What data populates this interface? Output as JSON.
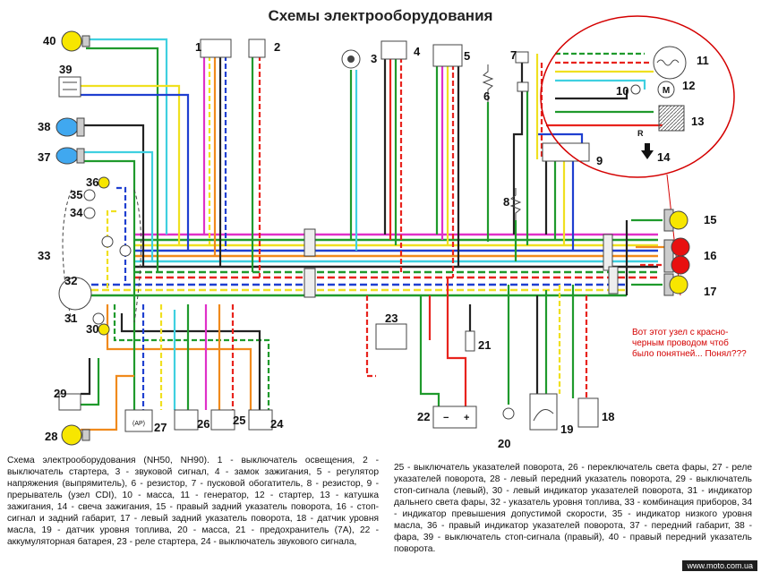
{
  "title": "Схемы электрооборудования",
  "component_labels": [
    "1",
    "2",
    "3",
    "4",
    "5",
    "6",
    "7",
    "8",
    "9",
    "10",
    "11",
    "12",
    "13",
    "14",
    "15",
    "16",
    "17",
    "18",
    "19",
    "20",
    "21",
    "22",
    "23",
    "24",
    "25",
    "26",
    "27",
    "28",
    "29",
    "30",
    "31",
    "32",
    "33",
    "34",
    "35",
    "36",
    "37",
    "38",
    "39",
    "40"
  ],
  "terminal_labels": {
    "ap": "(AP)",
    "r": "R",
    "minus": "−",
    "plus": "+"
  },
  "note": "Вот этот узел с красно-черным проводом чтоб было понятней... Понял???",
  "caption_left": "Схема электрооборудования (NH50, NH90). 1 - выключатель освещения, 2 - выключатель стартера, 3 - звуковой сигнал, 4 - замок зажигания, 5 - регулятор напряжения (выпрямитель), 6 - резистор, 7 - пусковой обогатитель, 8 - резистор, 9 - прерыватель (узел CDI), 10 - масса, 11 - генератор, 12 - стартер, 13 - катушка зажигания, 14 - свеча зажигания, 15 - правый задний указатель поворота, 16 - стоп-сигнал и задний габарит, 17 - левый задний указатель поворота, 18 - датчик уровня масла, 19 - датчик уровня топлива, 20 - масса, 21 - предохранитель (7А), 22 - аккумуляторная батарея, 23 - реле стартера, 24 - выключатель звукового сигнала,",
  "caption_right": "25 - выключатель указателей поворота, 26 - переключатель света фары, 27 - реле указателей поворота, 28 - левый передний указатель поворота, 29 - выключатель стоп-сигнала (левый), 30 - левый индикатор указателей поворота, 31 - индикатор дальнего света фары, 32 - указатель уровня топлива, 33 - комбинация приборов, 34 - индикатор превышения допустимой скорости, 35 - индикатор низкого уровня масла, 36 - правый индикатор указателей поворота, 37 - передний габарит, 38 - фара, 39 - выключатель стоп-сигнала (правый), 40 - правый передний указатель поворота.",
  "watermark": "www.moto.com.ua",
  "colors": {
    "wire_red": "#e8231d",
    "wire_green": "#1f9a2c",
    "wire_blue": "#1f3fd0",
    "wire_cyan": "#3fd0e0",
    "wire_yellow": "#f0e020",
    "wire_orange": "#f08a1c",
    "wire_black": "#222222",
    "wire_magenta": "#e030c8",
    "wire_gray": "#9a9a9a",
    "lamp_yellow": "#f7e600",
    "lamp_red": "#e81010",
    "lamp_blue": "#40a8f0",
    "annotation_red": "#d40000"
  }
}
